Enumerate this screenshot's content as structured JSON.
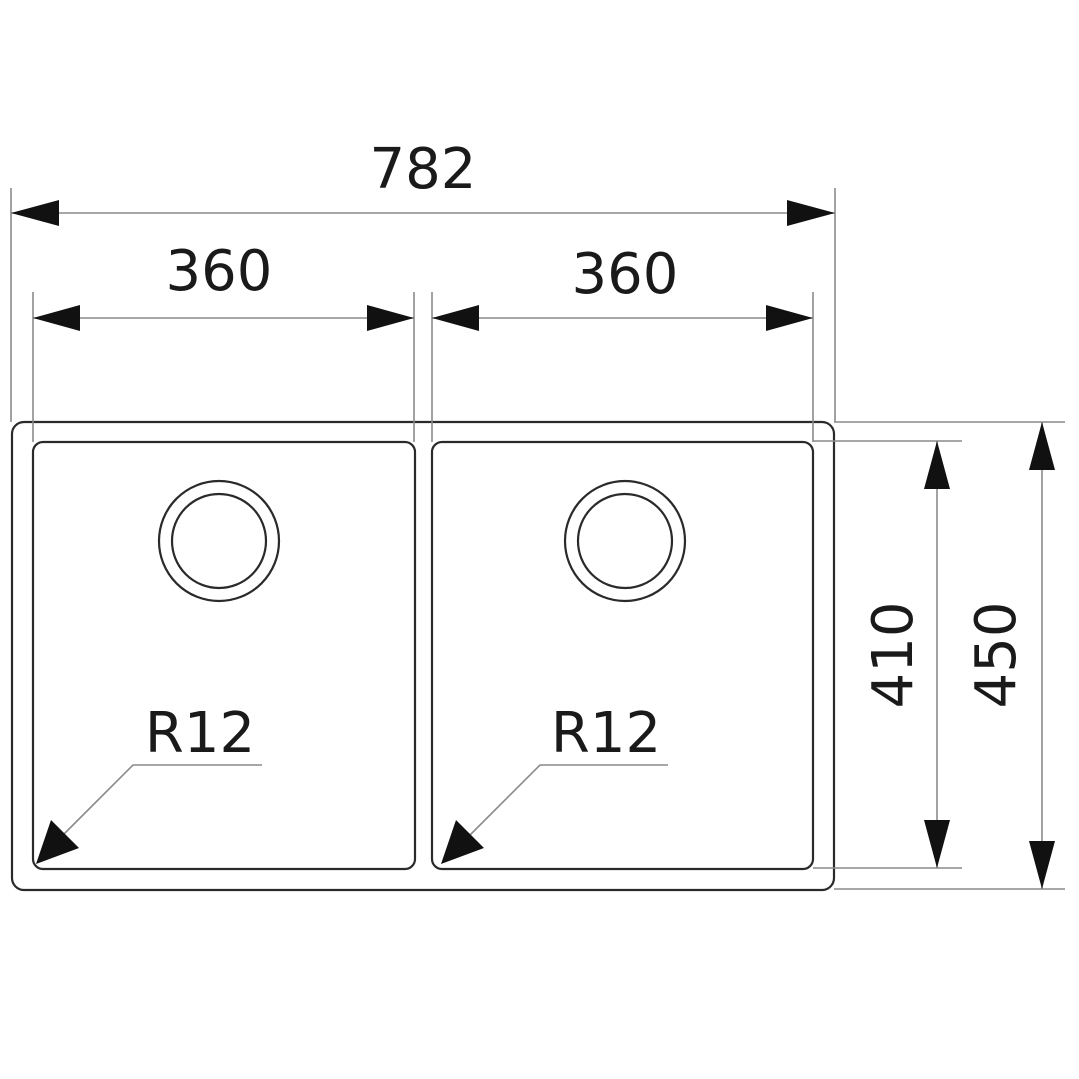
{
  "dimensions": {
    "overall_width": "782",
    "bowl_left_width": "360",
    "bowl_right_width": "360",
    "inner_depth": "410",
    "overall_depth": "450"
  },
  "radius_labels": {
    "left": "R12",
    "right": "R12"
  },
  "colors": {
    "line": "#2a2a2a",
    "dimension_line": "#8a8a8a",
    "arrow": "#111111",
    "background": "#ffffff"
  }
}
